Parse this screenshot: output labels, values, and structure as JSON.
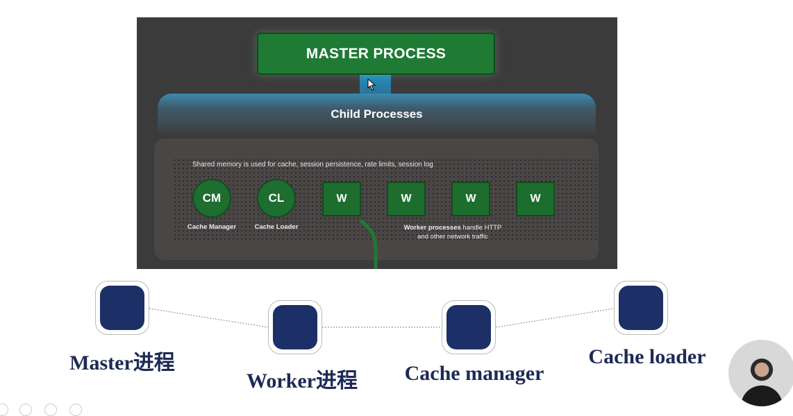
{
  "diagram": {
    "master": "MASTER PROCESS",
    "child": "Child Processes",
    "shared_memory": "Shared memory is used for cache, session persistence, rate limits, session log",
    "nodes": [
      {
        "short": "CM",
        "label": "Cache Manager"
      },
      {
        "short": "CL",
        "label": "Cache Loader"
      },
      {
        "short": "W"
      },
      {
        "short": "W"
      },
      {
        "short": "W"
      },
      {
        "short": "W"
      }
    ],
    "worker_note_bold": "Worker processes",
    "worker_note_rest": " handle HTTP",
    "worker_note_line2": "and other network traffic",
    "colors": {
      "green": "#1f7a34",
      "blue": "#1e8fc0",
      "bg": "#3b3b3c"
    }
  },
  "timeline": {
    "items": [
      {
        "label": "Master进程"
      },
      {
        "label": "Worker进程"
      },
      {
        "label": "Cache manager"
      },
      {
        "label": "Cache loader"
      }
    ],
    "node_color": "#1c2f66"
  }
}
